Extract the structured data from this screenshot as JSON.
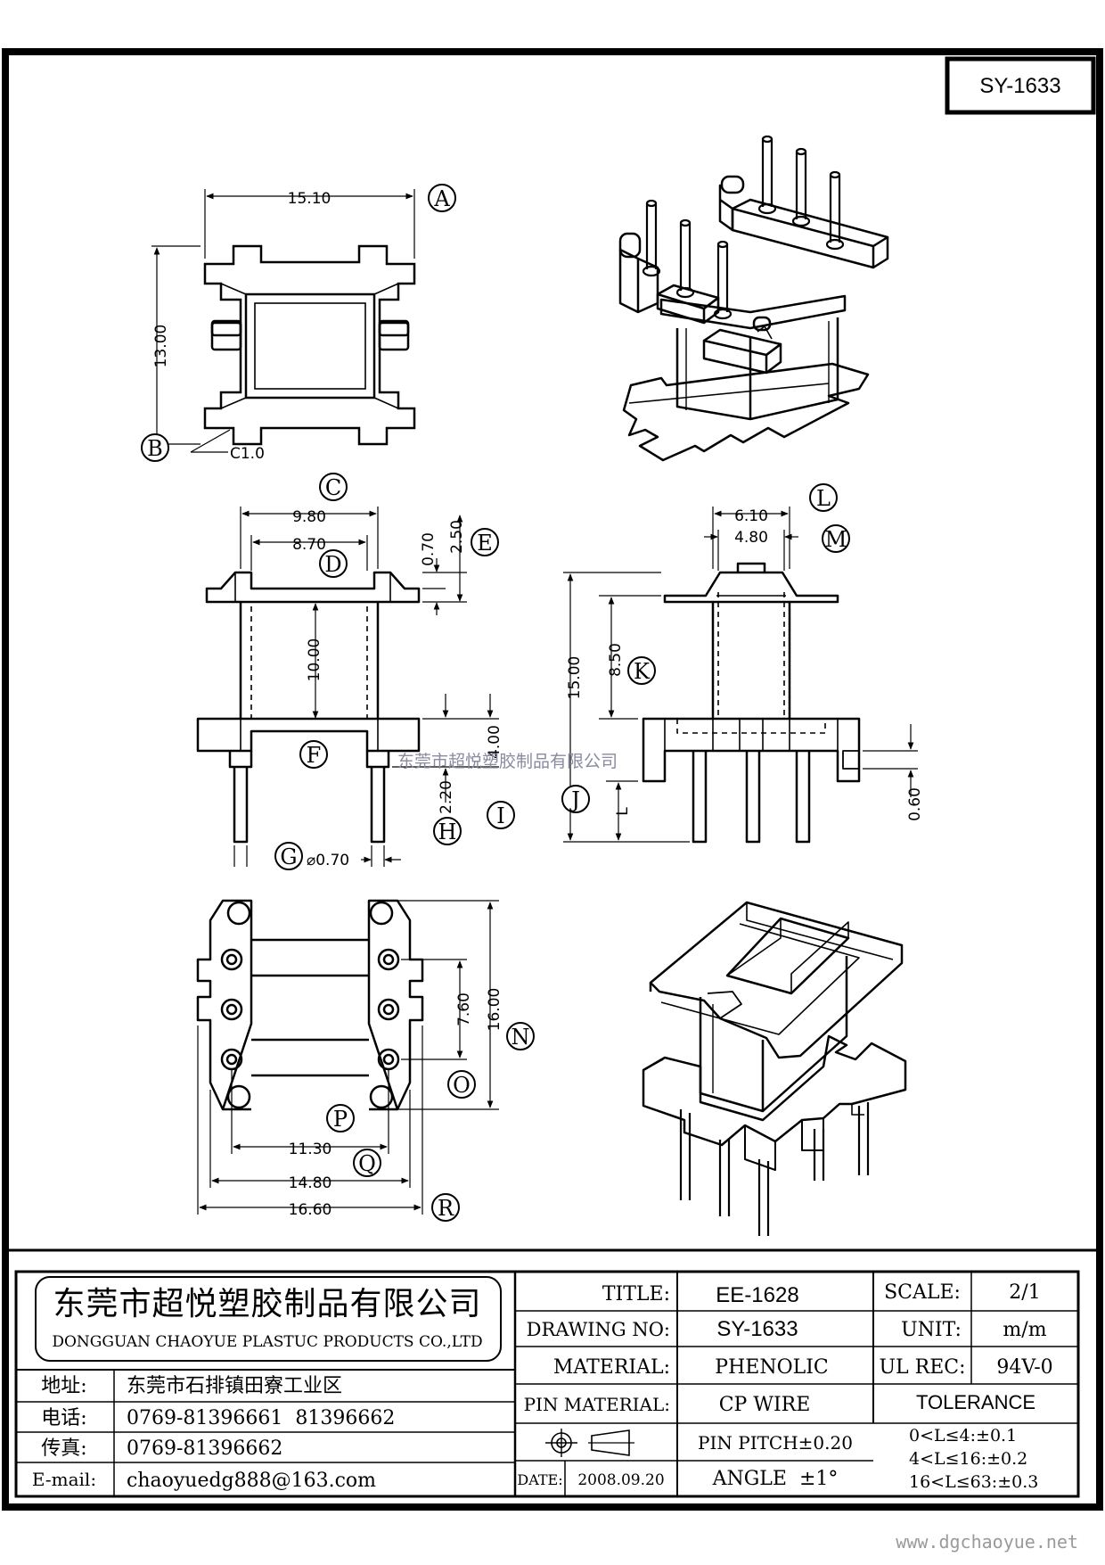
{
  "drawing_no_box": "SY-1633",
  "watermark": "东莞市超悦塑胶制品有限公司",
  "site": "www.dgchaoyue.net",
  "dims": {
    "d1510": "15.10",
    "d1300": "13.00",
    "c10": "C1.0",
    "d980": "9.80",
    "d870": "8.70",
    "d070": "0.70",
    "d250": "2.50",
    "d1000": "10.00",
    "d400": "4.00",
    "d220": "2.20",
    "dia070": "⌀0.70",
    "d610": "6.10",
    "d480": "4.80",
    "d1500": "15.00",
    "d850": "8.50",
    "dL": "L",
    "d060": "0.60",
    "d760": "7.60",
    "d1600": "16.00",
    "d1130": "11.30",
    "d1480": "14.80",
    "d1660": "16.60"
  },
  "markers": [
    "A",
    "B",
    "C",
    "D",
    "E",
    "F",
    "G",
    "H",
    "I",
    "J",
    "K",
    "L",
    "M",
    "N",
    "O",
    "P",
    "Q",
    "R"
  ],
  "title_block": {
    "company_cn": "东莞市超悦塑胶制品有限公司",
    "company_en": "DONGGUAN CHAOYUE PLASTUC PRODUCTS CO.,LTD",
    "addr_label": "地址:",
    "addr": "东莞市石排镇田寮工业区",
    "tel_label": "电话:",
    "tel": "0769-81396661  81396662",
    "fax_label": "传真:",
    "fax": "0769-81396662",
    "email_label": "E-mail:",
    "email": "chaoyuedg888@163.com",
    "title_label": "TITLE:",
    "title": "EE-1628",
    "drawing_label": "DRAWING NO:",
    "drawing": "SY-1633",
    "material_label": "MATERIAL:",
    "material": "PHENOLIC",
    "pin_material_label": "PIN MATERIAL:",
    "pin_material": "CP WIRE",
    "pin_pitch": "PIN PITCH±0.20",
    "date_label": "DATE:",
    "date": "2008.09.20",
    "angle": "ANGLE  ±1°",
    "scale_label": "SCALE:",
    "scale": "2/1",
    "unit_label": "UNIT:",
    "unit": "m/m",
    "ul_label": "UL REC:",
    "ul": "94V-0",
    "tolerance_label": "TOLERANCE",
    "tol1": "0<L≤4:±0.1",
    "tol2": "4<L≤16:±0.2",
    "tol3": "16<L≤63:±0.3"
  }
}
